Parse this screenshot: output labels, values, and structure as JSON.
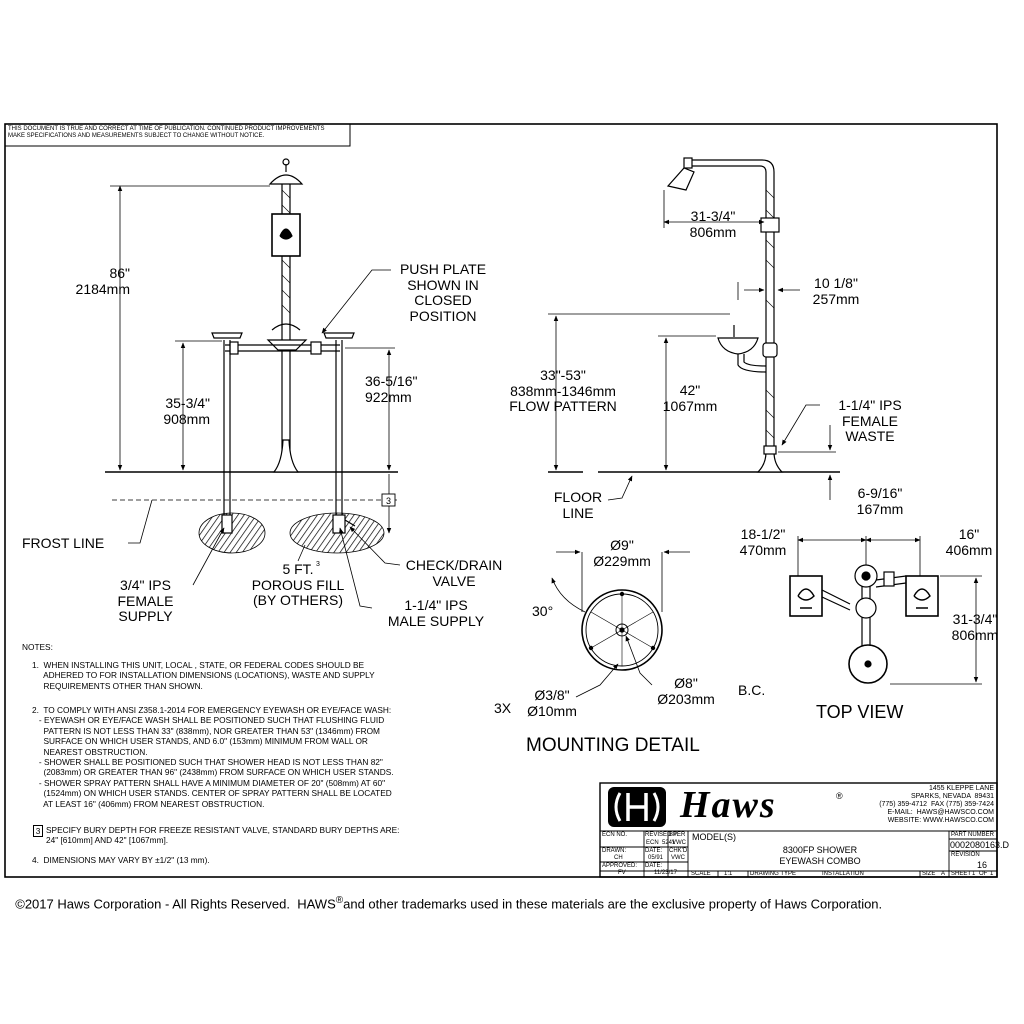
{
  "disclaimer": "THIS DOCUMENT IS TRUE AND CORRECT AT TIME OF PUBLICATION. CONTINUED PRODUCT IMPROVEMENTS\nMAKE SPECIFICATIONS AND MEASUREMENTS SUBJECT TO CHANGE WITHOUT NOTICE.",
  "front": {
    "height_overall": "86\"\n2184mm",
    "supply_height_left": "35-3/4\"\n908mm",
    "supply_height_right": "36-5/16\"\n922mm",
    "push_plate": "PUSH PLATE\nSHOWN IN\nCLOSED\nPOSITION",
    "frost_line": "FROST LINE",
    "female_supply": "3/4\" IPS\nFEMALE\nSUPPLY",
    "porous_fill": "5 FT.\nPOROUS FILL\n(BY OTHERS)",
    "porous_fill_sup": "3",
    "check_valve": "CHECK/DRAIN\nVALVE",
    "male_supply": "1-1/4\" IPS\nMALE SUPPLY",
    "note_ref": "3"
  },
  "side": {
    "head_reach": "31-3/4\"\n806mm",
    "bowl_reach": "10 1/8\"\n257mm",
    "flow_pattern": "33\"-53\"\n838mm-1346mm\nFLOW PATTERN",
    "bowl_height": "42\"\n1067mm",
    "waste": "1-1/4\" IPS\nFEMALE\nWASTE",
    "floor_line": "FLOOR\nLINE",
    "flange": "6-9/16\"\n167mm"
  },
  "mounting": {
    "diameter": "Ø9\"\nØ229mm",
    "angle": "30°",
    "bolt_circle": "Ø8\"\nØ203mm",
    "bc": "B.C.",
    "qty": "3X",
    "hole": "Ø3/8\"\nØ10mm",
    "title": "MOUNTING DETAIL"
  },
  "top_view": {
    "left_width": "18-1/2\"\n470mm",
    "right_width": "16\"\n406mm",
    "depth": "31-3/4\"\n806mm",
    "title": "TOP VIEW"
  },
  "notes": {
    "heading": "NOTES:",
    "n1": "1.  WHEN INSTALLING THIS UNIT, LOCAL , STATE, OR FEDERAL CODES SHOULD BE\n     ADHERED TO FOR INSTALLATION DIMENSIONS (LOCATIONS), WASTE AND SUPPLY\n     REQUIREMENTS OTHER THAN SHOWN.",
    "n2": "2.  TO COMPLY WITH ANSI Z358.1-2014 FOR EMERGENCY EYEWASH OR EYE/FACE WASH:\n   - EYEWASH OR EYE/FACE WASH SHALL BE POSITIONED SUCH THAT FLUSHING FLUID\n     PATTERN IS NOT LESS THAN 33\" (838mm), NOR GREATER THAN 53\" (1346mm) FROM\n     SURFACE ON WHICH USER STANDS, AND 6.0\" (153mm) MINIMUM FROM WALL OR\n     NEAREST OBSTRUCTION.\n   - SHOWER SHALL BE POSITIONED SUCH THAT SHOWER HEAD IS NOT LESS THAN 82\"\n     (2083mm) OR GREATER THAN 96\" (2438mm) FROM SURFACE ON WHICH USER STANDS.\n   - SHOWER SPRAY PATTERN SHALL HAVE A MINIMUM DIAMETER OF 20\" (508mm) AT 60\"\n     (1524mm) ON WHICH USER STANDS. CENTER OF SPRAY PATTERN SHALL BE LOCATED\n     AT LEAST 16\" (406mm) FROM NEAREST OBSTRUCTION.",
    "n3_num": "3",
    "n3": "SPECIFY BURY DEPTH FOR FREEZE RESISTANT VALVE, STANDARD BURY DEPTHS ARE:\n24\" [610mm] AND 42\" [1067mm].",
    "n4": "4.  DIMENSIONS MAY VARY BY ±1/2\" (13 mm)."
  },
  "title_block": {
    "brand": "Haws",
    "registered": "®",
    "address": "1455 KLEPPE LANE\nSPARKS, NEVADA  89431\n(775) 359-4712  FAX (775) 359-7424\nE-MAIL:  HAWS@HAWSCO.COM\nWEBSITE: WWW.HAWSCO.COM",
    "ecn_no_label": "ECN NO.",
    "revised_per_label": "REVISED PER",
    "revised_per_value": "ECN  5241",
    "by_label": "BY:",
    "by_value": "VWC",
    "drawn_label": "DRAWN:",
    "drawn_value": "CH",
    "date_label": "DATE:",
    "date_value": "05/91",
    "chkd_label": "CHK'D",
    "chkd_value": "VWC",
    "approved_label": "APPROVED:",
    "approved_value": "FV",
    "date2_label": "DATE:",
    "date2_value": "11/23/17",
    "models_label": "MODEL(S)",
    "model_name": "8300FP SHOWER\nEYEWASH COMBO",
    "part_number_label": "PART NUMBER",
    "part_number": "0002080163.D",
    "revision_label": "REVISION",
    "revision": "16",
    "scale_label": "SCALE",
    "scale_value": "1:1",
    "drawing_type_label": "DRAWING TYPE",
    "drawing_type_value": "INSTALLATION",
    "size_label": "SIZE",
    "size_value": "A",
    "sheet_label": "SHEET",
    "sheet_value": "1",
    "of_label": "OF",
    "of_value": "1"
  },
  "footer": {
    "copyright_a": "©2017 Haws Corporation - All Rights Reserved.  HAWS",
    "copyright_reg": "®",
    "copyright_b": "and other trademarks used in these materials are the exclusive property of Haws Corporation."
  }
}
